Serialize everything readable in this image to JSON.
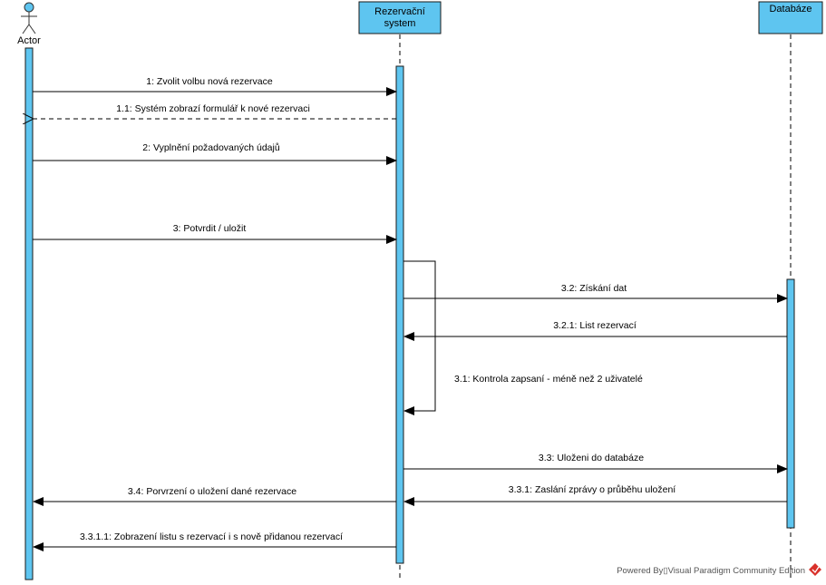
{
  "participants": {
    "actor": "Actor",
    "system_line1": "Rezervační",
    "system_line2": "system",
    "database": "Databáze"
  },
  "messages": [
    {
      "label": "1: Zvolit volbu nová rezervace",
      "kind": "sync"
    },
    {
      "label": "1.1: Systém zobrazí formulář k nové rezervaci",
      "kind": "return"
    },
    {
      "label": "2: Vyplnění požadovaných údajů",
      "kind": "sync"
    },
    {
      "label": "3: Potvrdit / uložit",
      "kind": "sync"
    },
    {
      "label": "3.2: Získání dat",
      "kind": "sync"
    },
    {
      "label": "3.2.1: List rezervací",
      "kind": "sync"
    },
    {
      "label": "3.1: Kontrola zapsaní - méně než 2 uživatelé",
      "kind": "self"
    },
    {
      "label": "3.3: Uloženi do databáze",
      "kind": "sync"
    },
    {
      "label": "3.3.1: Zaslání zprávy o průběhu uložení",
      "kind": "sync"
    },
    {
      "label": "3.4: Porvrzení o uložení dané rezervace",
      "kind": "sync"
    },
    {
      "label": "3.3.1.1: Zobrazení listu s rezervací i s nově přidanou rezervací",
      "kind": "sync"
    }
  ],
  "footer": {
    "text": "Powered By▯Visual Paradigm Community Edition"
  },
  "colors": {
    "box_fill": "#5ec5f0",
    "box_stroke": "#1a1a1a",
    "activation_fill": "#5ec5f0",
    "actor_fill": "#5ec5f0",
    "logo": "#d9312b"
  }
}
